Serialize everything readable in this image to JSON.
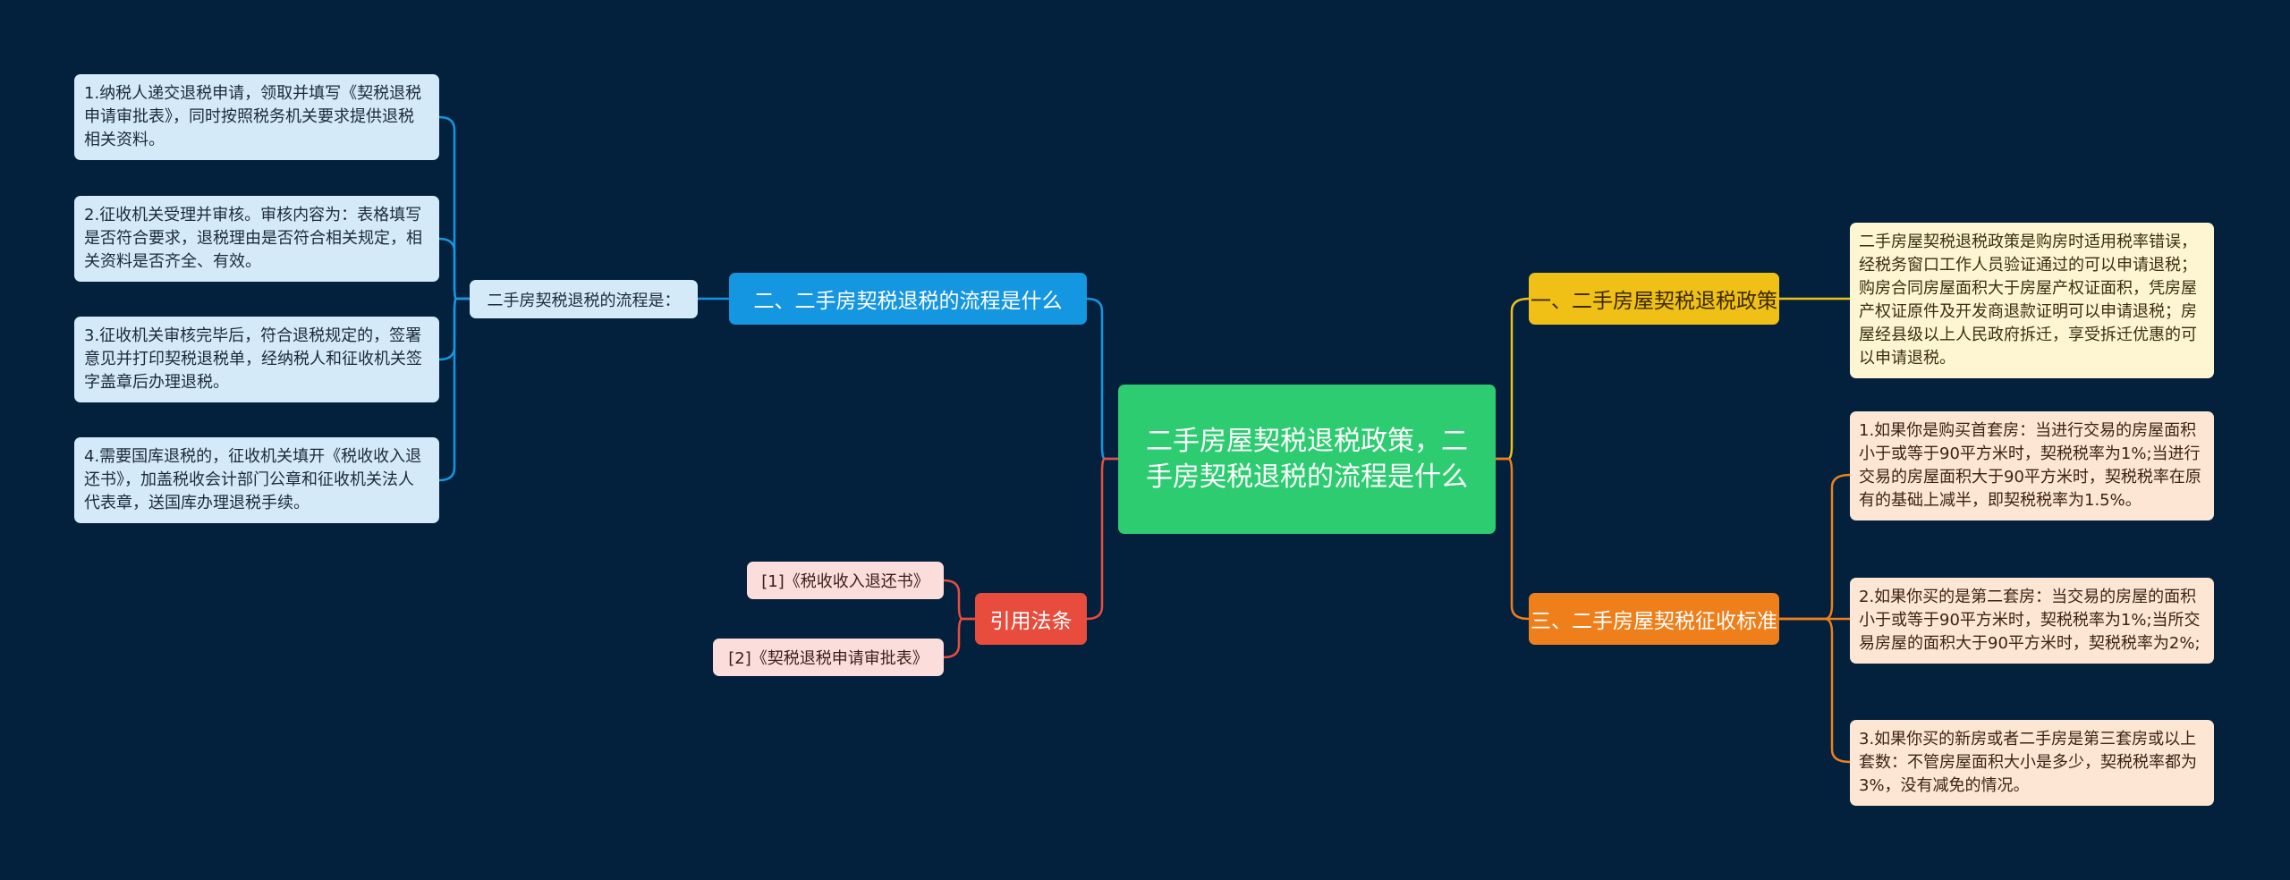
{
  "center": {
    "title": "二手房屋契税退税政策，二手房契税退税的流程是什么"
  },
  "branches": {
    "process": {
      "label": "二、二手房契税退税的流程是什么",
      "sub_label": "二手房契税退税的流程是：",
      "steps": [
        "1.纳税人递交退税申请，领取并填写《契税退税申请审批表》，同时按照税务机关要求提供退税相关资料。",
        "2.征收机关受理并审核。审核内容为：表格填写是否符合要求，退税理由是否符合相关规定，相关资料是否齐全、有效。",
        "3.征收机关审核完毕后，符合退税规定的，签署意见并打印契税退税单，经纳税人和征收机关签字盖章后办理退税。",
        "4.需要国库退税的，征收机关填开《税收收入退还书》，加盖税收会计部门公章和征收机关法人代表章，送国库办理退税手续。"
      ]
    },
    "policy": {
      "label": "一、二手房屋契税退税政策",
      "detail": "二手房屋契税退税政策是购房时适用税率错误，经税务窗口工作人员验证通过的可以申请退税；购房合同房屋面积大于房屋产权证面积，凭房屋产权证原件及开发商退款证明可以申请退税；房屋经县级以上人民政府拆迁，享受拆迁优惠的可以申请退税。"
    },
    "standard": {
      "label": "三、二手房屋契税征收标准",
      "items": [
        "1.如果你是购买首套房：当进行交易的房屋面积小于或等于90平方米时，契税税率为1%;当进行交易的房屋面积大于90平方米时，契税税率在原有的基础上减半，即契税税率为1.5%。",
        "2.如果你买的是第二套房：当交易的房屋的面积小于或等于90平方米时，契税税率为1%;当所交易房屋的面积大于90平方米时，契税税率为2%;",
        "3.如果你买的新房或者二手房是第三套房或以上套数：不管房屋面积大小是多少，契税税率都为3%，没有减免的情况。"
      ]
    },
    "citations": {
      "label": "引用法条",
      "items": [
        "[1]《税收收入退还书》",
        "[2]《契税退税申请审批表》"
      ]
    }
  },
  "colors": {
    "background": "#03213d",
    "center": "#2ecc71",
    "process": "#1596e0",
    "policy": "#f0c016",
    "standard": "#ee7f1b",
    "citations": "#e74c3c"
  }
}
